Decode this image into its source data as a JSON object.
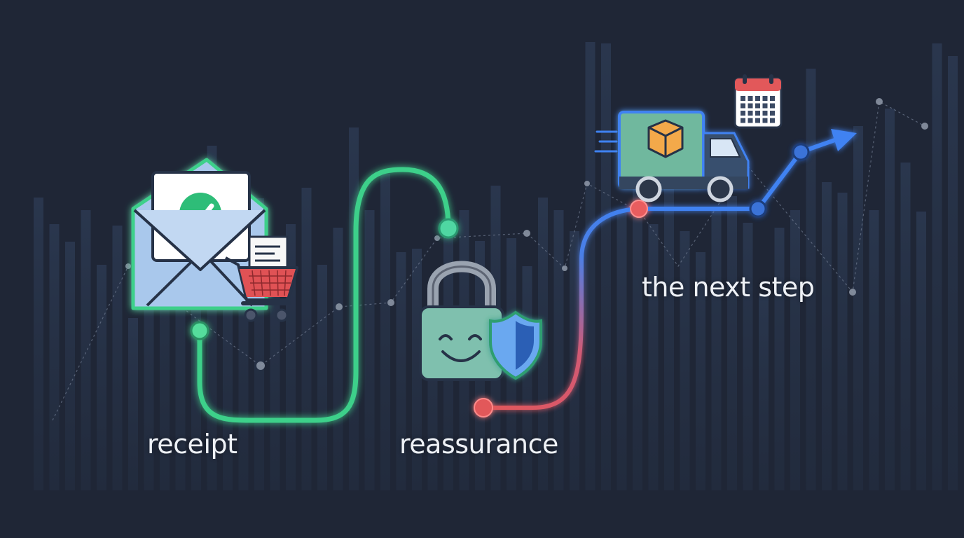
{
  "diagram": {
    "steps": [
      {
        "id": "receipt",
        "label": "receipt",
        "icon": "envelope-check-cart-icon",
        "color": "#3ed08a"
      },
      {
        "id": "reassurance",
        "label": "reassurance",
        "icon": "smiling-padlock-shield-icon",
        "color": "#e2585a"
      },
      {
        "id": "next-step",
        "label": "the next step",
        "icon": "delivery-truck-calendar-icon",
        "color": "#3f82f2"
      }
    ],
    "colors": {
      "background": "#1f2636",
      "bars": "#2c3a52",
      "receipt_path": "#3ed08a",
      "reassurance_path": "#e2585a",
      "next_path": "#3f82f2"
    }
  }
}
